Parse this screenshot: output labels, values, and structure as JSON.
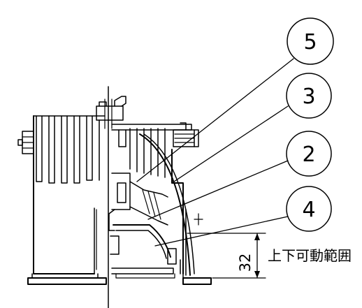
{
  "callouts": {
    "c5": "5",
    "c3": "3",
    "c2": "2",
    "c4": "4"
  },
  "dimension": {
    "value": "32",
    "label": "上下可動範囲"
  }
}
